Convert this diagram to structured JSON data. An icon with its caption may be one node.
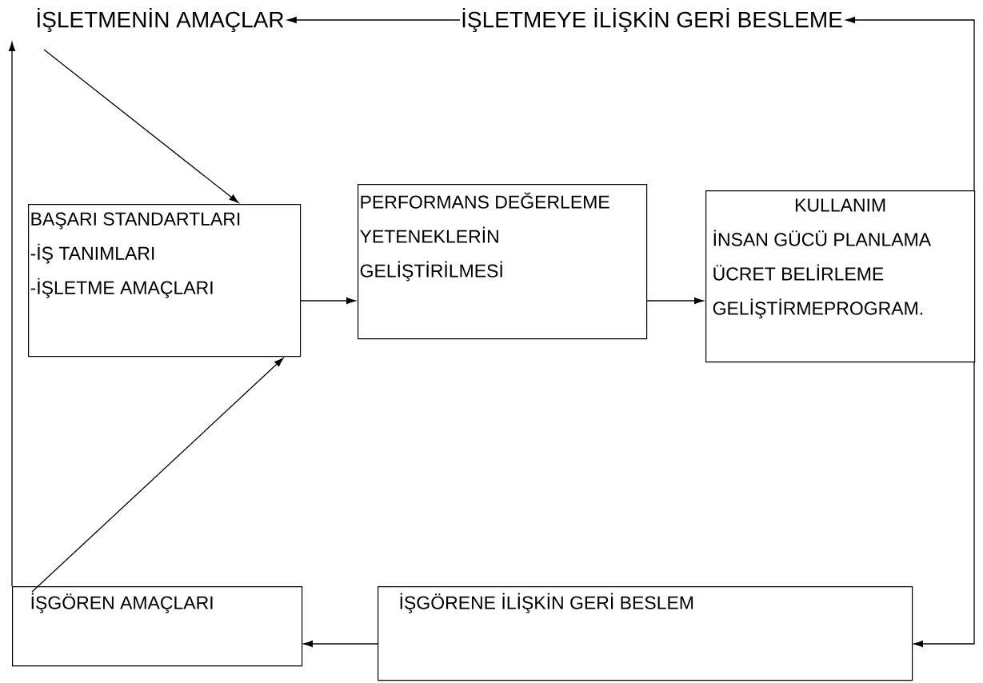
{
  "diagram": {
    "nodes": [
      {
        "text": [
          "İŞLETMENİN AMAÇLAR"
        ]
      },
      {
        "text": [
          "İŞLETMEYE İLİŞKİN GERİ BESLEME"
        ]
      },
      {
        "text": [
          "BAŞARI STANDARTLARI",
          "-İŞ TANIMLARI",
          "-İŞLETME AMAÇLARI"
        ]
      },
      {
        "text": [
          "PERFORMANS DEĞERLEME",
          "YETENEKLERİN GELİŞTİRİLMESİ"
        ]
      },
      {
        "text": [
          "KULLANIM",
          "İNSAN GÜCÜ PLANLAMA",
          "ÜCRET BELİRLEME",
          "GELİŞTİRMEPROGRAM."
        ]
      },
      {
        "text": [
          "İŞGÖREN AMAÇLARI"
        ]
      },
      {
        "text": [
          "İŞGÖRENE İLİŞKİN GERİ BESLEM"
        ]
      }
    ],
    "edges": [
      {
        "from": 0,
        "to": 2,
        "arrow": "to"
      },
      {
        "from": 1,
        "to": 0,
        "arrow": "to"
      },
      {
        "from": 2,
        "to": 3,
        "arrow": "to"
      },
      {
        "from": 3,
        "to": 4,
        "arrow": "to"
      },
      {
        "from": 4,
        "to": 1,
        "arrow": "to"
      },
      {
        "from": 4,
        "to": 6,
        "arrow": "to"
      },
      {
        "from": 6,
        "to": 5,
        "arrow": "to"
      },
      {
        "from": 5,
        "to": 0,
        "arrow": "to"
      },
      {
        "from": 5,
        "to": 2,
        "arrow": "to"
      }
    ]
  }
}
